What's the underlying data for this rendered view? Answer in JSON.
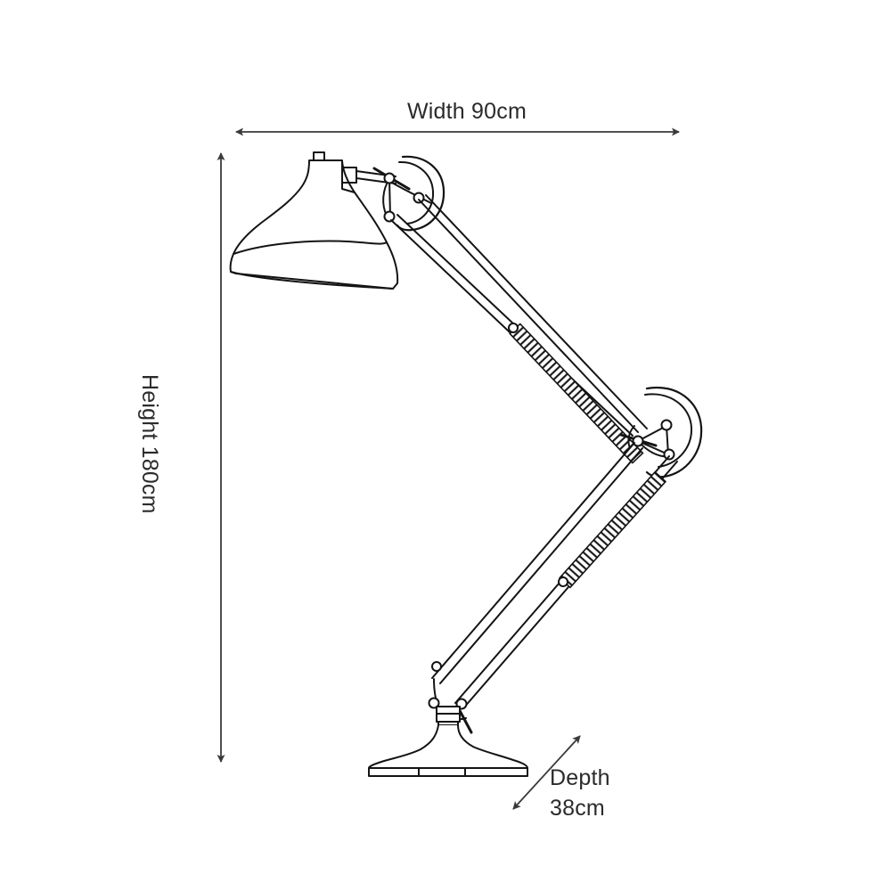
{
  "figure": {
    "kind": "technical-line-drawing",
    "subject": "adjustable floor lamp",
    "background_color": "#ffffff",
    "line_color": "#1a1a1a",
    "text_color": "#2b2b2b"
  },
  "dimensions": {
    "width": {
      "label": "Width 90cm",
      "name": "Width",
      "value": "90cm"
    },
    "height": {
      "label": "Height 180cm",
      "name": "Height",
      "value": "180cm"
    },
    "depth": {
      "name": "Depth",
      "value": "38cm",
      "line1": "Depth",
      "line2": "38cm"
    }
  }
}
